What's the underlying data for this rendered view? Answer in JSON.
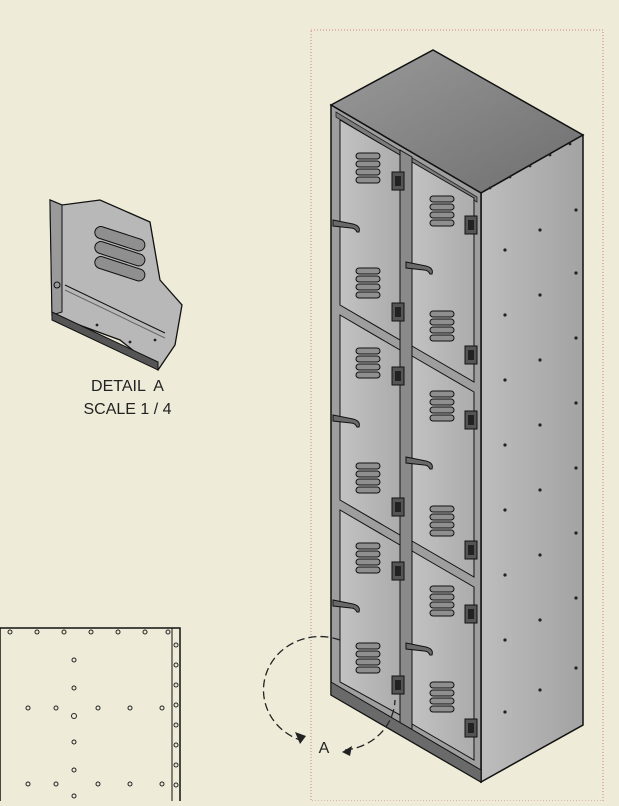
{
  "detail": {
    "title": "DETAIL  A",
    "scale": "SCALE 1 / 4"
  },
  "callout": {
    "letter": "A"
  },
  "colors": {
    "paper": "#eeecd8",
    "metal_front": "#b3b3b3",
    "metal_side": "#a8a8a8",
    "metal_top": "#7a7a7a",
    "outline": "#1a1a1a",
    "view_border": "#d08080"
  }
}
